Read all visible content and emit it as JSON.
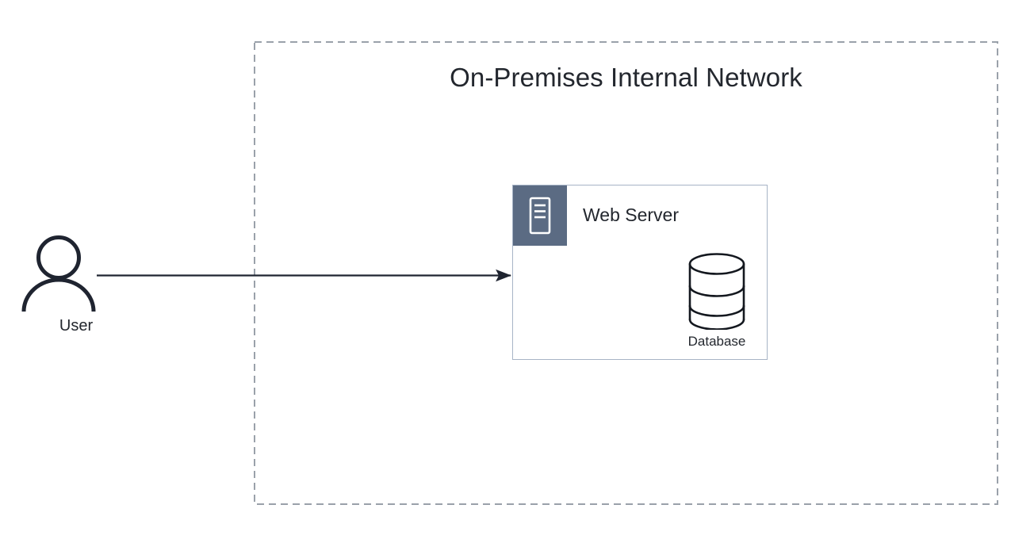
{
  "diagram": {
    "title": "On-Premises Internal Network Diagram",
    "background_color": "#ffffff",
    "zone": {
      "label": "On-Premises Internal Network",
      "border_style": "dashed",
      "border_color": "#9aa1aa"
    },
    "actor": {
      "label": "User",
      "icon": "user-icon",
      "stroke_color": "#1f2430"
    },
    "connection": {
      "from": "User",
      "to": "Web Server",
      "style": "solid-arrow",
      "color": "#1f2430"
    },
    "node": {
      "title": "Web Server",
      "icon": "server-icon",
      "icon_block_color": "#5b6b83",
      "border_color": "#a7b4c6",
      "background_color": "#ffffff",
      "child": {
        "label": "Database",
        "icon": "database-cylinder-icon",
        "stroke_color": "#1f2430"
      }
    }
  }
}
